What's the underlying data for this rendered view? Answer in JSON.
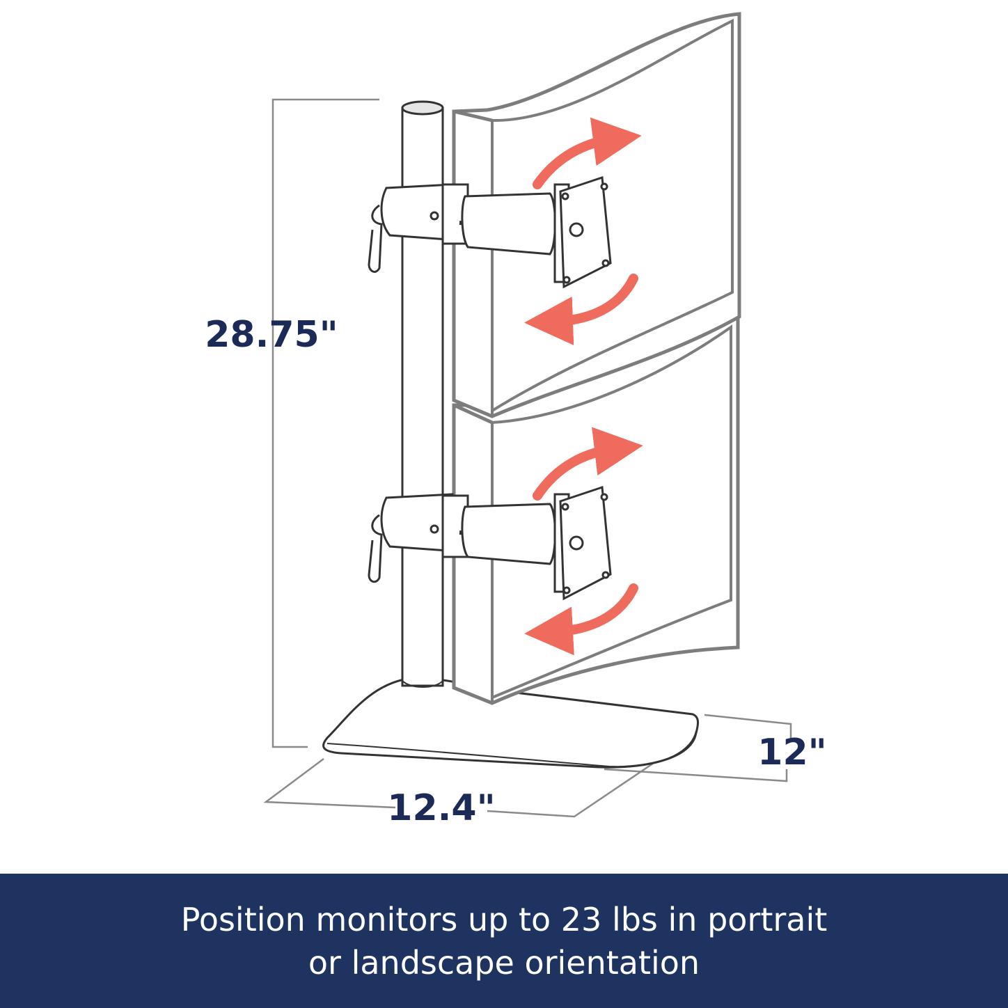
{
  "dimensions": {
    "height": "28.75\"",
    "width": "12.4\"",
    "depth": "12\""
  },
  "caption": {
    "line1": "Position monitors up to 23 lbs in portrait",
    "line2": "or landscape orientation"
  },
  "colors": {
    "band_background": "#1f3360",
    "dimension_text": "#1b2a56",
    "rotation_arrow": "#ee6b5d",
    "line_art": "#3a3a3a",
    "dimension_line": "#8a8a8a"
  },
  "icons": {
    "rotation_arrows": "curved-double-arrow-icon"
  }
}
